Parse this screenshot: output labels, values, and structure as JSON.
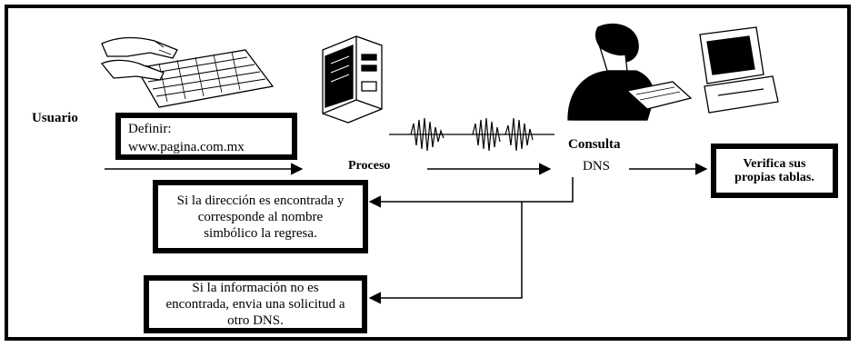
{
  "labels": {
    "usuario": "Usuario",
    "proceso": "Proceso",
    "consulta": "Consulta",
    "dns": "DNS"
  },
  "boxes": {
    "definir_title": "Definir:",
    "definir_url": "www.pagina.com.mx",
    "verifica": "Verifica sus propias tablas.",
    "found": "Si la dirección es encontrada y corresponde al nombre simbólico la regresa.",
    "not_found": "Si la información no es encontrada, envia una solicitud a otro DNS."
  },
  "icons": {
    "user": "keyboard-hands-icon",
    "process": "computer-tower-icon",
    "signal": "waveform-icon",
    "dns": "operator-at-computer-icon"
  }
}
